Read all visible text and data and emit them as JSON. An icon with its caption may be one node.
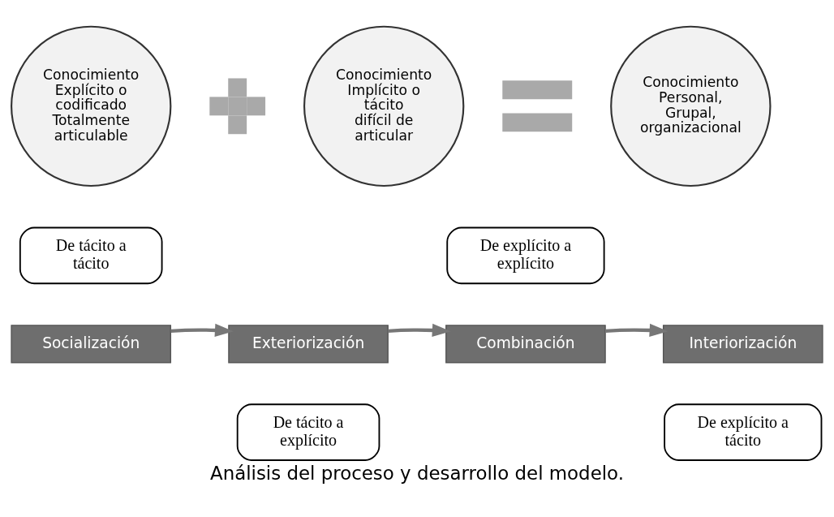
{
  "diagram": {
    "caption": "Análisis del proceso y desarrollo del modelo.",
    "nodes": [
      {
        "text": [
          "Conocimiento Explícito o codificado Totalmente articulable"
        ]
      },
      {
        "text": [],
        "shape": "plus"
      },
      {
        "text": [
          "Conocimiento Implícito o tácito difícil de articular"
        ]
      },
      {
        "text": [],
        "shape": "equals"
      },
      {
        "text": [
          "Conocimiento Personal, Grupal, organizacional"
        ]
      },
      {
        "text": [
          "De tácito a tácito"
        ]
      },
      {
        "text": [
          "Socialización"
        ]
      },
      {
        "text": [
          "Exteriorización"
        ]
      },
      {
        "text": [
          "De tácito a explícito"
        ]
      },
      {
        "text": [
          "De explícito a explícito"
        ]
      },
      {
        "text": [
          "Combinación"
        ]
      },
      {
        "text": [
          "Interiorización"
        ]
      },
      {
        "text": [
          "De explícito a tácito"
        ]
      }
    ],
    "edges": [
      {
        "from": 6,
        "to": 7,
        "arrow": "to"
      },
      {
        "from": 7,
        "to": 10,
        "arrow": "to"
      },
      {
        "from": 10,
        "to": 11,
        "arrow": "to"
      }
    ]
  }
}
